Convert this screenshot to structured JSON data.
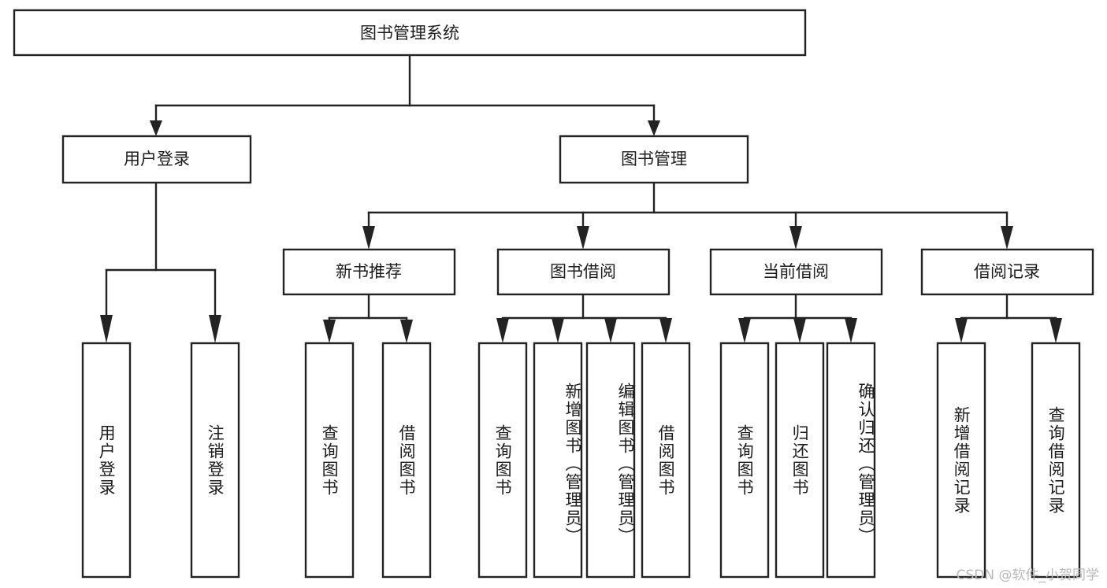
{
  "diagram": {
    "type": "tree-hierarchy",
    "title": "图书管理系统",
    "root": {
      "label": "图书管理系统",
      "orientation": "horizontal"
    },
    "level2": [
      {
        "label": "用户登录",
        "orientation": "horizontal"
      },
      {
        "label": "图书管理",
        "orientation": "horizontal"
      }
    ],
    "level3": [
      {
        "label": "新书推荐",
        "orientation": "horizontal"
      },
      {
        "label": "图书借阅",
        "orientation": "horizontal"
      },
      {
        "label": "当前借阅",
        "orientation": "horizontal"
      },
      {
        "label": "借阅记录",
        "orientation": "horizontal"
      }
    ],
    "leaves": {
      "user_login": [
        {
          "label": "用户登录",
          "orientation": "vertical"
        },
        {
          "label": "注销登录",
          "orientation": "vertical"
        }
      ],
      "new_book_recommend": [
        {
          "label": "查询图书",
          "orientation": "vertical"
        },
        {
          "label": "借阅图书",
          "orientation": "vertical"
        }
      ],
      "book_borrow": [
        {
          "label": "查询图书",
          "orientation": "vertical"
        },
        {
          "label": "新增图书（管理员）",
          "orientation": "vertical"
        },
        {
          "label": "编辑图书（管理员）",
          "orientation": "vertical"
        },
        {
          "label": "借阅图书",
          "orientation": "vertical"
        }
      ],
      "current_borrow": [
        {
          "label": "查询图书",
          "orientation": "vertical"
        },
        {
          "label": "归还图书",
          "orientation": "vertical"
        },
        {
          "label": "确认归还（管理员）",
          "orientation": "vertical"
        }
      ],
      "borrow_record": [
        {
          "label": "新增借阅记录",
          "orientation": "vertical"
        },
        {
          "label": "查询借阅记录",
          "orientation": "vertical"
        }
      ]
    },
    "colors": {
      "background": "#ffffff",
      "box_stroke": "#232323",
      "box_fill": "#ffffff",
      "text": "#1c1c1c",
      "watermark": "#b9b9b9"
    }
  },
  "watermark": {
    "text": "CSDN @软件_小贺同学"
  }
}
